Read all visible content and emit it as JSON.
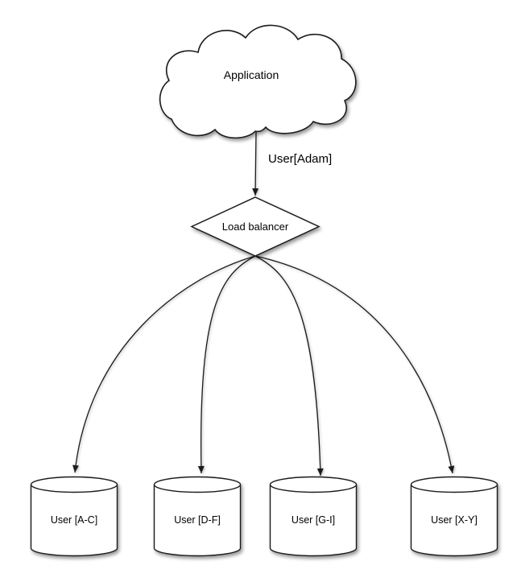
{
  "diagram": {
    "background": "#ffffff",
    "stroke_color": "#1b1b1b",
    "fill_color": "#ffffff",
    "text_color": "#000000",
    "application": {
      "label": "Application",
      "shape": "cloud"
    },
    "request_edge": {
      "label": "User[Adam]"
    },
    "load_balancer": {
      "label": "Load balancer",
      "shape": "diamond"
    },
    "shards": [
      {
        "label": "User [A-C]",
        "shape": "cylinder"
      },
      {
        "label": "User [D-F]",
        "shape": "cylinder"
      },
      {
        "label": "User [G-I]",
        "shape": "cylinder"
      },
      {
        "label": "User [X-Y]",
        "shape": "cylinder"
      }
    ]
  }
}
